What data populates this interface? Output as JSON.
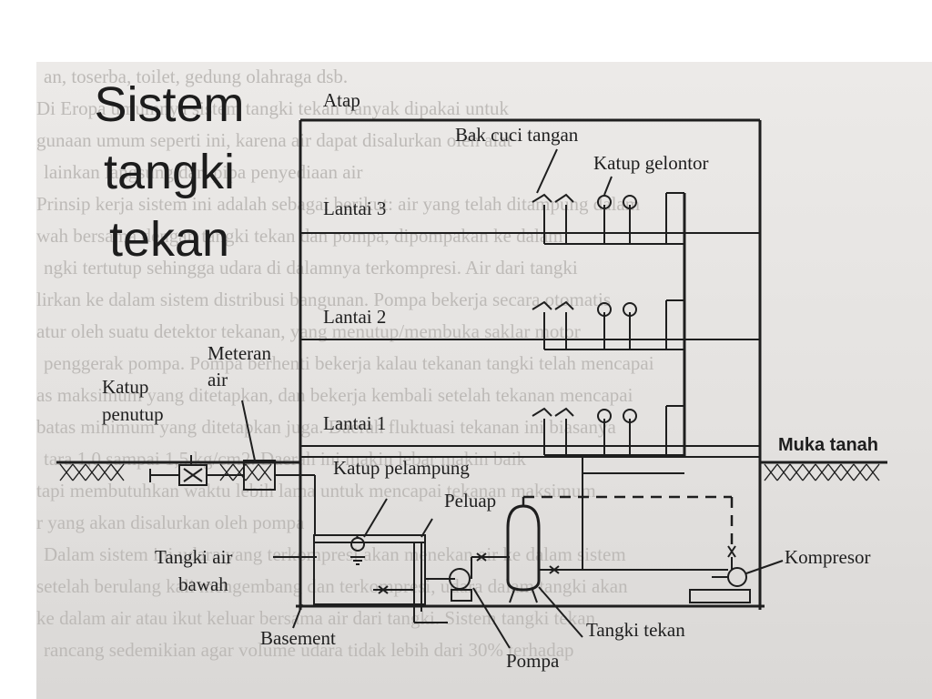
{
  "slide": {
    "title_lines": [
      "Sistem",
      "tangki",
      "tekan"
    ]
  },
  "background_text": [
    "an, toserba, toilet, gedung olahraga dsb.",
    "Di Eropa umumnya sistem tangki tekan banyak dipakai untuk",
    "gunaan umum seperti ini, karena air dapat disalurkan oleh alat",
    "lainkan langsung dari pipa penyediaan air",
    "Prinsip kerja sistem ini adalah sebagai berikut: air yang telah ditampung dalam",
    "wah bersama dengan tangki tekan dan pompa, dipompakan ke dalam",
    "ngki tertutup sehingga udara di dalamnya terkompresi. Air dari tangki",
    "lirkan ke dalam sistem distribusi bangunan. Pompa bekerja secara otomatis",
    "atur oleh suatu detektor tekanan, yang menutup/membuka saklar motor",
    "penggerak pompa. Pompa berhenti bekerja kalau tekanan tangki telah mencapai",
    "as maksimum yang ditetapkan, dan bekerja kembali setelah tekanan mencapai",
    "batas minimum yang ditetapkan juga. Daerah fluktuasi tekanan ini biasanya",
    "tara 1,0 sampai 1,5 kg/cm2. Daerah ini makin lebar makin baik",
    "tapi membutuhkan waktu lebih lama untuk mencapai tekanan maksimum",
    "r yang akan disalurkan oleh pompa",
    "Dalam sistem ini udara yang terkompresi akan menekan air ke dalam sistem",
    "setelah berulang kali mengembang dan terkompresi, udara dalam tangki akan",
    "ke dalam air atau ikut keluar bersama air dari tangki. Sistem tangki tekan",
    "rancang sedemikian agar volume udara tidak lebih dari 30% terhadap"
  ],
  "labels": {
    "atap": "Atap",
    "bak_cuci_tangan": "Bak cuci tangan",
    "katup_gelontor": "Katup gelontor",
    "lantai_3": "Lantai 3",
    "lantai_2": "Lantai 2",
    "lantai_1": "Lantai 1",
    "meteran_1": "Meteran",
    "meteran_2": "air",
    "katup_penutup_1": "Katup",
    "katup_penutup_2": "penutup",
    "muka_tanah": "Muka tanah",
    "katup_pelampung": "Katup pelampung",
    "peluap": "Peluap",
    "tangki_air_1": "Tangki air",
    "tangki_air_2": "bawah",
    "kompresor": "Kompresor",
    "basement": "Basement",
    "tangki_tekan": "Tangki tekan",
    "pompa": "Pompa"
  },
  "colors": {
    "ink": "#1e1e1e",
    "page": "#ffffff",
    "scan_paper": "#e6e4e2",
    "scan_text": "#bdbab7"
  }
}
